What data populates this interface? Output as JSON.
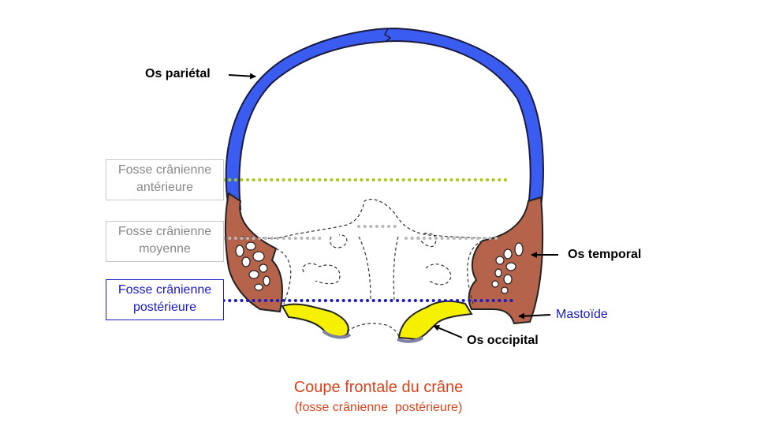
{
  "labels": {
    "parietal": "Os pariétal",
    "temporal": "Os temporal",
    "mastoid": "Mastoïde",
    "occipital": "Os occipital"
  },
  "fossae": {
    "anterior": {
      "line1": "Fosse crânienne",
      "line2": "antérieure"
    },
    "middle": {
      "line1": "Fosse crânienne",
      "line2": "moyenne"
    },
    "posterior": {
      "line1": "Fosse crânienne",
      "line2": "postérieure"
    }
  },
  "caption": {
    "title": "Coupe frontale du crâne",
    "subtitle": "(fosse crânienne  postérieure)"
  },
  "colors": {
    "parietal_bone": "#3b5cf0",
    "temporal_bone": "#b5634b",
    "occipital_bone": "#f5f000",
    "anterior_line": "#a8c81e",
    "middle_line": "#b8b8b8",
    "posterior_line": "#1a1ac8",
    "caption": "#d9431e",
    "mastoid_text": "#1a1ac8"
  }
}
